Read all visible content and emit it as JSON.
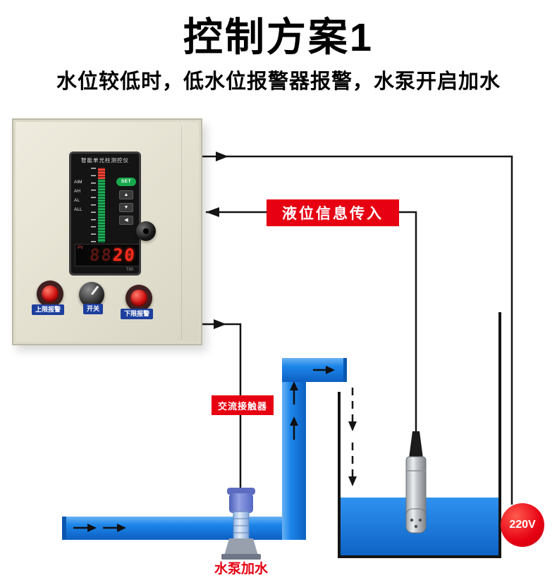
{
  "title": "控制方案1",
  "subtitle": "水位较低时，低水位报警器报警，水泵开启加水",
  "callouts": {
    "liquid_info": "液位信息传入",
    "ac_contactor": "交流接触器",
    "pump_caption": "水泵加水",
    "voltage_badge": "220V"
  },
  "meter": {
    "title": "智能单光柱测控仪",
    "pv_label": "PV",
    "display_dim": "88",
    "display_value": "20",
    "model": "T80",
    "set_button": "SET",
    "up_button": "▲",
    "down_button": "▼",
    "shift_button": "◀",
    "scale_labels": [
      "AIM",
      "AH",
      "AL",
      "ALL"
    ]
  },
  "panel_controls": {
    "upper_alarm": "上限报警",
    "switch": "开关",
    "lower_alarm": "下限报警"
  },
  "colors": {
    "accent_red": "#e60012",
    "pipe_blue": "#1d86ea",
    "cabinet_beige": "#e7e3d4",
    "label_blue": "#1d3f9e",
    "led_green": "#1db35a",
    "digit_red": "#ff2b1c"
  }
}
